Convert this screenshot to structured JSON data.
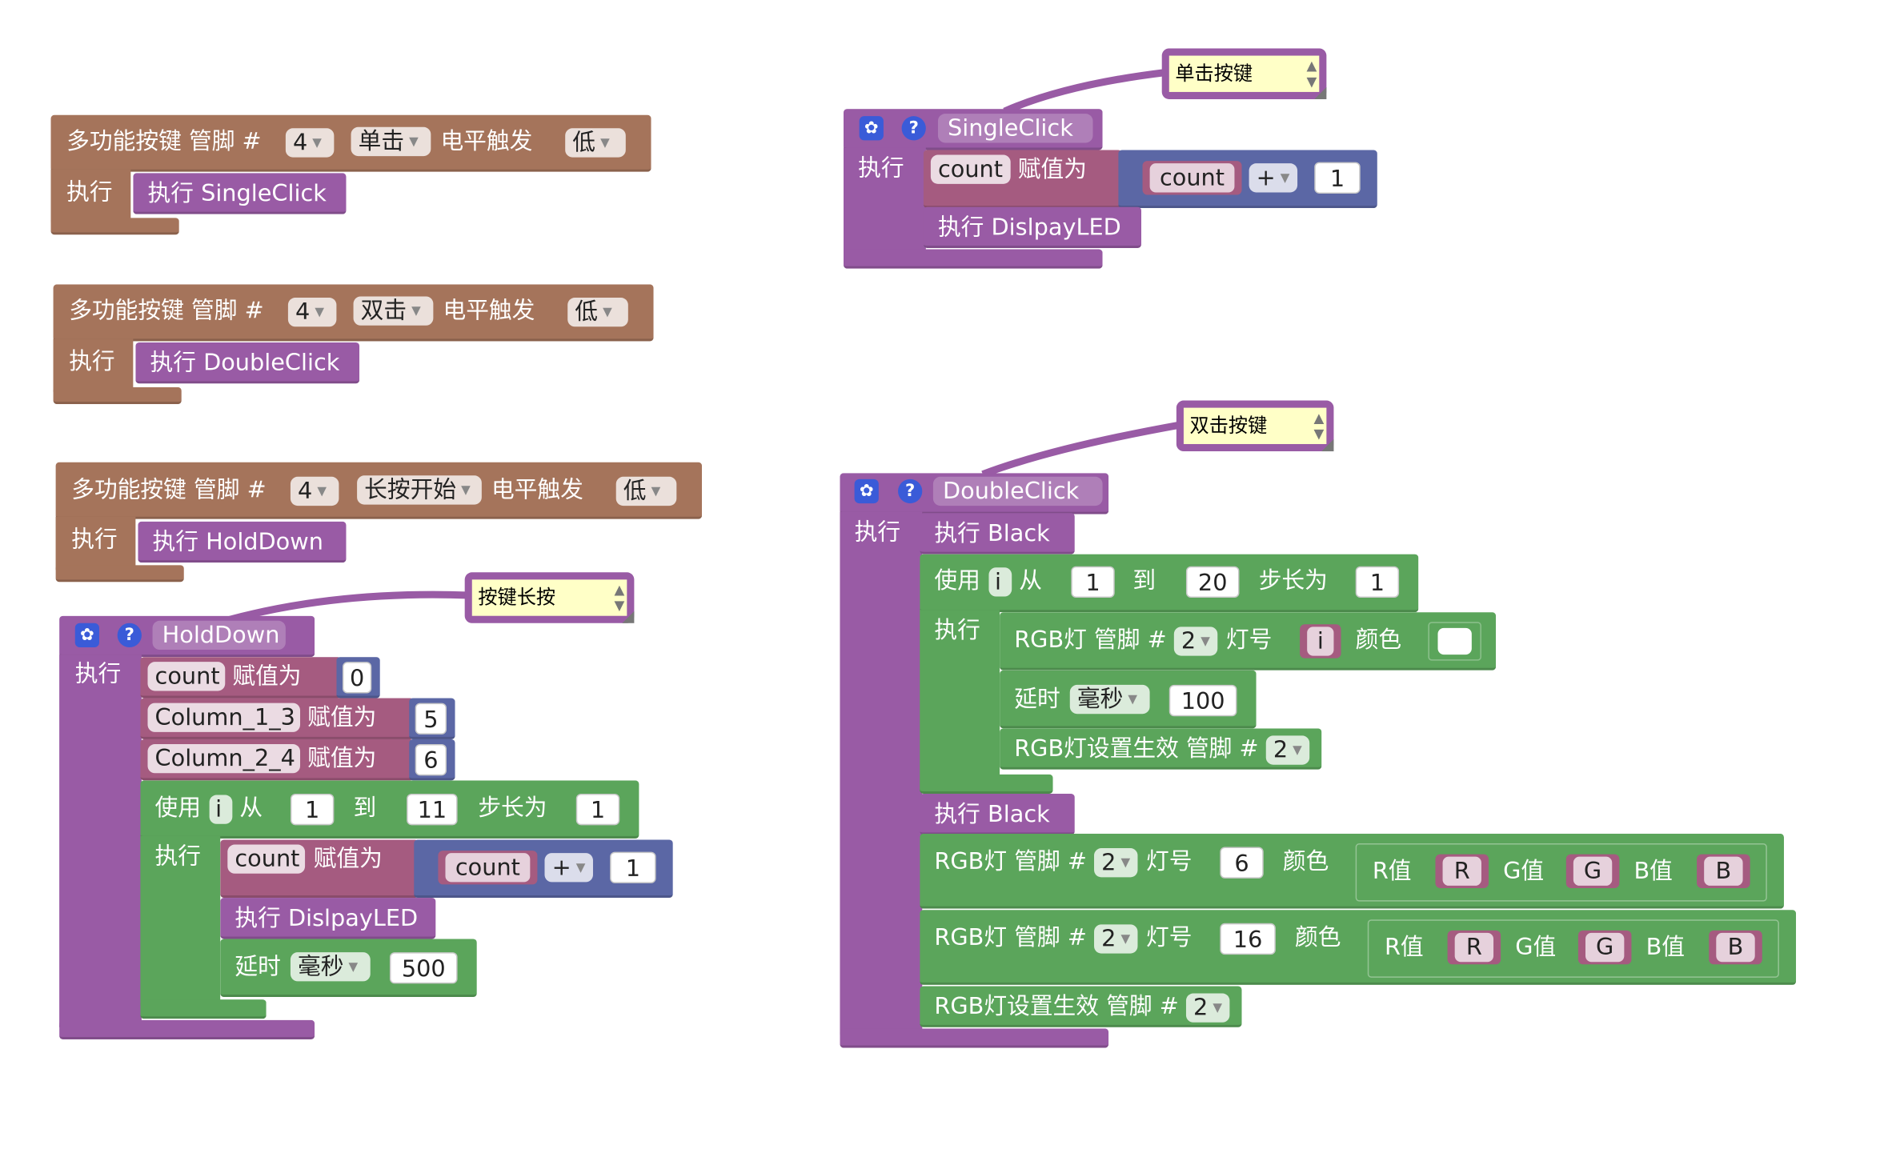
{
  "canvas": {
    "background": "#ffffff"
  },
  "colors": {
    "button_block": "#a5745b",
    "procedure_block": "#995ba5",
    "variable_block": "#a55b80",
    "math_block": "#5b67a5",
    "loop_block": "#5ba55b",
    "comment_fill": "#ffffc7"
  },
  "icons": {
    "settings": "gear-icon",
    "help": "help-icon",
    "dropdown": "dropdown-arrow-icon",
    "spinner": "spinner-icon"
  },
  "common": {
    "exec": "执行",
    "assign": "赋值为",
    "call_prefix": "执行"
  },
  "button_blocks": [
    {
      "title": "多功能按键 管脚 #",
      "pin": "4",
      "mode": "单击",
      "trigger": "电平触发",
      "level": "低",
      "exec": "执行",
      "call": "执行  SingleClick"
    },
    {
      "title": "多功能按键 管脚 #",
      "pin": "4",
      "mode": "双击",
      "trigger": "电平触发",
      "level": "低",
      "exec": "执行",
      "call": "执行  DoubleClick"
    },
    {
      "title": "多功能按键 管脚 #",
      "pin": "4",
      "mode": "长按开始",
      "trigger": "电平触发",
      "level": "低",
      "exec": "执行",
      "call": "执行  HoldDown"
    }
  ],
  "single_click": {
    "name": "SingleClick",
    "comment": "单击按键",
    "exec": "执行",
    "var": "count",
    "assign": "赋值为",
    "operand": "count",
    "op": "+",
    "num": "1",
    "call": "执行  DislpayLED"
  },
  "hold_down": {
    "name": "HoldDown",
    "comment": "按键长按",
    "exec": "执行",
    "assigns": [
      {
        "var": "count",
        "label": "赋值为",
        "value": "0"
      },
      {
        "var": "Column_1_3",
        "label": "赋值为",
        "value": "5"
      },
      {
        "var": "Column_2_4",
        "label": "赋值为",
        "value": "6"
      }
    ],
    "loop": {
      "use": "使用",
      "var": "i",
      "from": "从",
      "start": "1",
      "to": "到",
      "end": "11",
      "step_label": "步长为",
      "step": "1",
      "exec": "执行"
    },
    "inner": {
      "var": "count",
      "assign": "赋值为",
      "operand": "count",
      "op": "+",
      "num": "1",
      "call": "执行  DislpayLED"
    },
    "delay": {
      "label": "延时",
      "unit": "毫秒",
      "value": "500"
    }
  },
  "double_click": {
    "name": "DoubleClick",
    "comment": "双击按键",
    "exec": "执行",
    "call1": "执行  Black",
    "loop": {
      "use": "使用",
      "var": "i",
      "from": "从",
      "start": "1",
      "to": "到",
      "end": "20",
      "step_label": "步长为",
      "step": "1",
      "exec": "执行"
    },
    "rgb1": {
      "label": "RGB灯  管脚 #",
      "pin": "2",
      "num_label": "灯号",
      "index_var": "i",
      "color_label": "颜色"
    },
    "delay": {
      "label": "延时",
      "unit": "毫秒",
      "value": "100"
    },
    "apply1": {
      "label": "RGB灯设置生效  管脚 #",
      "pin": "2"
    },
    "call2": "执行  Black",
    "rgb2": {
      "label": "RGB灯  管脚 #",
      "pin": "2",
      "num_label": "灯号",
      "num": "6",
      "color_label": "颜色",
      "r_label": "R值",
      "r": "R",
      "g_label": "G值",
      "g": "G",
      "b_label": "B值",
      "b": "B"
    },
    "rgb3": {
      "label": "RGB灯  管脚 #",
      "pin": "2",
      "num_label": "灯号",
      "num": "16",
      "color_label": "颜色",
      "r_label": "R值",
      "r": "R",
      "g_label": "G值",
      "g": "G",
      "b_label": "B值",
      "b": "B"
    },
    "apply2": {
      "label": "RGB灯设置生效  管脚 #",
      "pin": "2"
    }
  }
}
